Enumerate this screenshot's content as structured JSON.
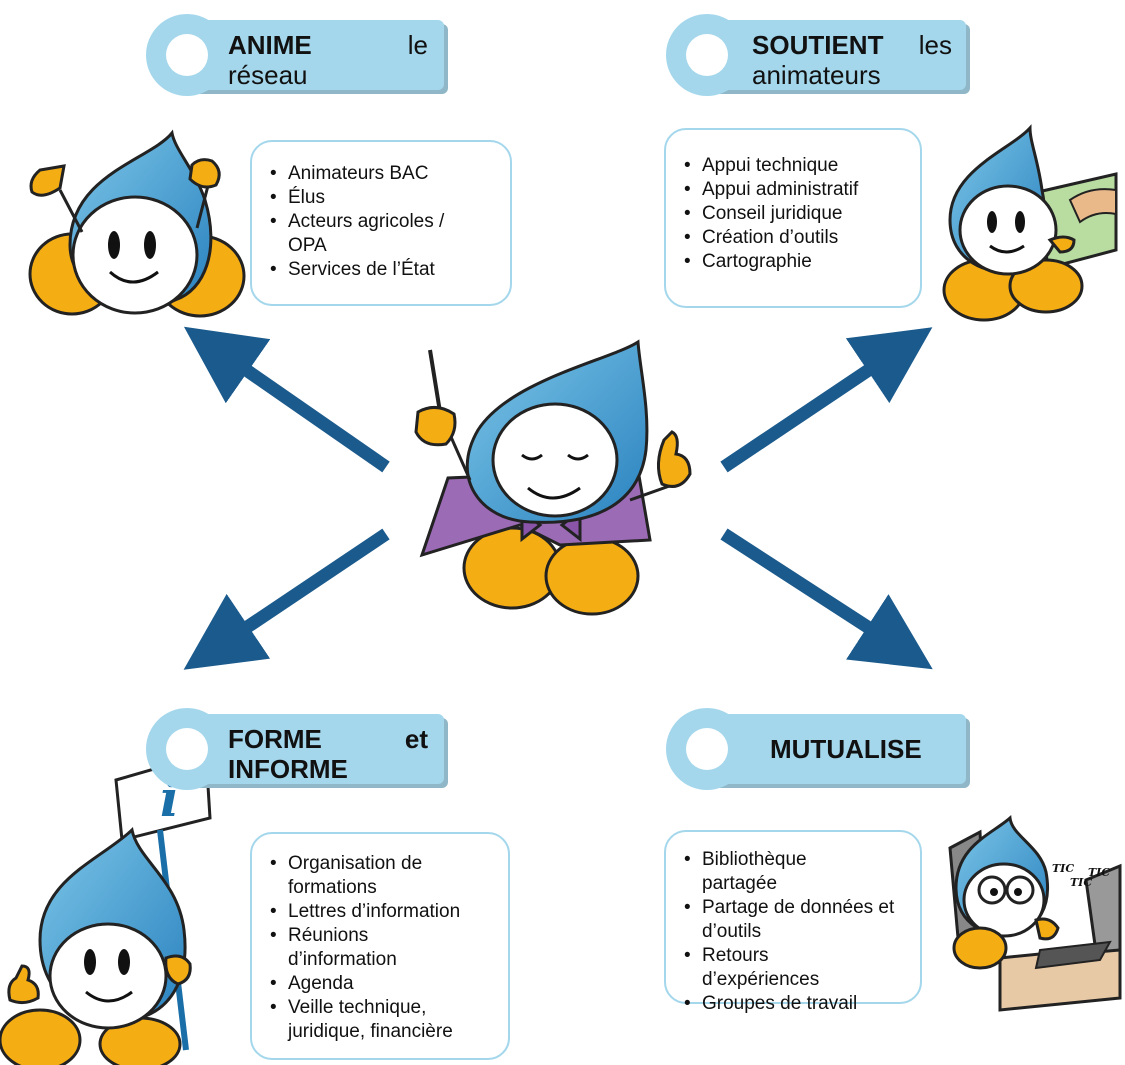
{
  "quadrants": {
    "anime": {
      "title_bold": "ANIME",
      "title_rest_1": "le",
      "title_rest_2": "réseau",
      "items": [
        "Animateurs BAC",
        "Élus",
        "Acteurs agricoles / OPA",
        "Services de l’État"
      ]
    },
    "soutient": {
      "title_bold": "SOUTIENT",
      "title_rest_1": "les",
      "title_rest_2": "animateurs",
      "items": [
        "Appui technique",
        "Appui administratif",
        "Conseil juridique",
        "Création d’outils",
        "Cartographie"
      ]
    },
    "forme": {
      "title_bold_1": "FORME",
      "title_rest_1": "et",
      "title_bold_2": "INFORME",
      "items": [
        "Organisation de formations",
        "Lettres d’information",
        "Réunions d’information",
        "Agenda",
        "Veille technique, juridique, financière"
      ]
    },
    "mutualise": {
      "title_bold": "MUTUALISE",
      "items": [
        "Bibliothèque partagée",
        "Partage de données et d’outils",
        "Retours d’expériences",
        "Groupes de travail"
      ]
    }
  },
  "illustration_text": {
    "info_sign": "i",
    "typing_sound": "TIC"
  },
  "colors": {
    "banner": "#a4d7ec",
    "box_border": "#a4d7ec",
    "arrow": "#1b5a8c",
    "drop_light": "#5ab0dc",
    "drop_dark": "#2176b3",
    "mascot_feet": "#f5ad14",
    "cape": "#9b6bb5"
  }
}
